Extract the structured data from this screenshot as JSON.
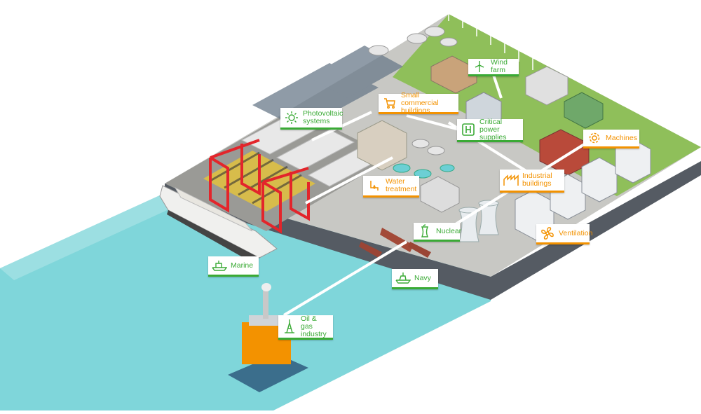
{
  "labels": {
    "wind_farm": "Wind farm",
    "small_commercial": "Small commercial buildings",
    "photovoltaic": "Photovoltaic systems",
    "critical_power": "Critical power supplies",
    "machines": "Machines",
    "water_treatment": "Water treatment",
    "industrial_buildings": "Industrial buildings",
    "nuclear": "Nuclear",
    "ventilation": "Ventilation",
    "marine": "Marine",
    "navy": "Navy",
    "oil_gas": "Oil & gas industry"
  },
  "icons": {
    "wind_farm": "wind-turbine-icon",
    "small_commercial": "shopping-cart-icon",
    "photovoltaic": "sun-icon",
    "critical_power": "hospital-h-icon",
    "machines": "gear-icon",
    "water_treatment": "water-drop-icon",
    "industrial_buildings": "factory-icon",
    "nuclear": "cooling-tower-icon",
    "ventilation": "fan-icon",
    "marine": "ship-icon",
    "navy": "navy-ship-icon",
    "oil_gas": "oil-rig-icon"
  },
  "colors": {
    "green": "#3aaa35",
    "orange": "#f39200",
    "sea": "#6ccfd4",
    "land": "#c9c9c9",
    "crane": "#e3252b"
  }
}
